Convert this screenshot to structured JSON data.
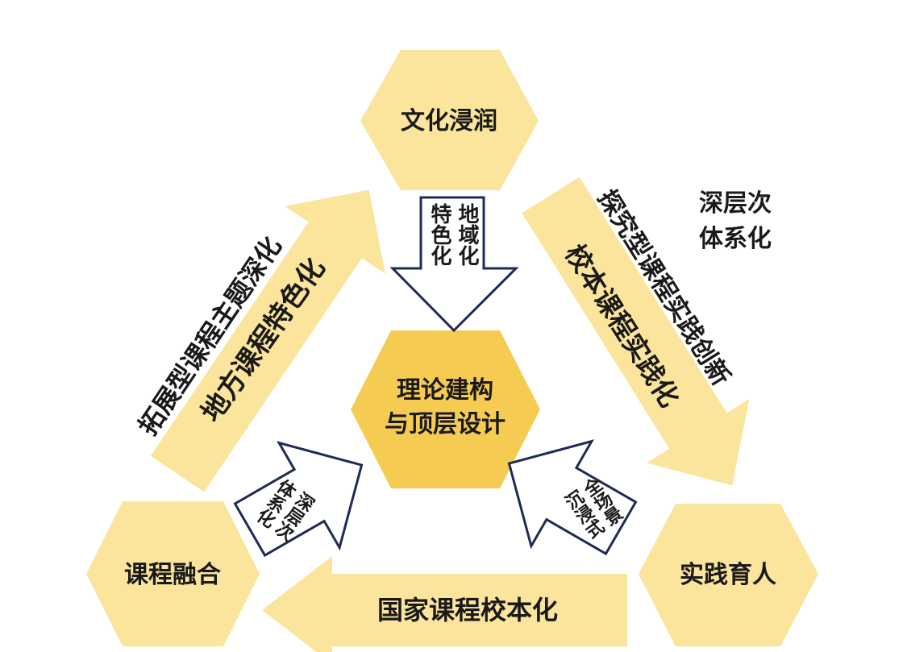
{
  "colors": {
    "light": "#fbe49c",
    "center": "#f6cb52",
    "outline": "#1f2a55",
    "text": "#1a1a1a"
  },
  "nodes": {
    "top": "文化浸润",
    "center_line1": "理论建构",
    "center_line2": "与顶层设计",
    "bottom_left": "课程融合",
    "bottom_right": "实践育人"
  },
  "big_arrows": {
    "left_outer": "拓展型课程主题深化",
    "left_inner": "地方课程特色化",
    "right_outer": "探究型课程实践创新",
    "right_inner": "校本课程实践化",
    "bottom": "国家课程校本化"
  },
  "small_arrows": {
    "top_col1": "地域化",
    "top_col2": "特色化",
    "left_col1": "深层次",
    "left_col2": "体系化",
    "right_col1": "全场景",
    "right_col2": "沉浸式"
  },
  "side_note": {
    "line1": "深层次",
    "line2": "体系化"
  }
}
